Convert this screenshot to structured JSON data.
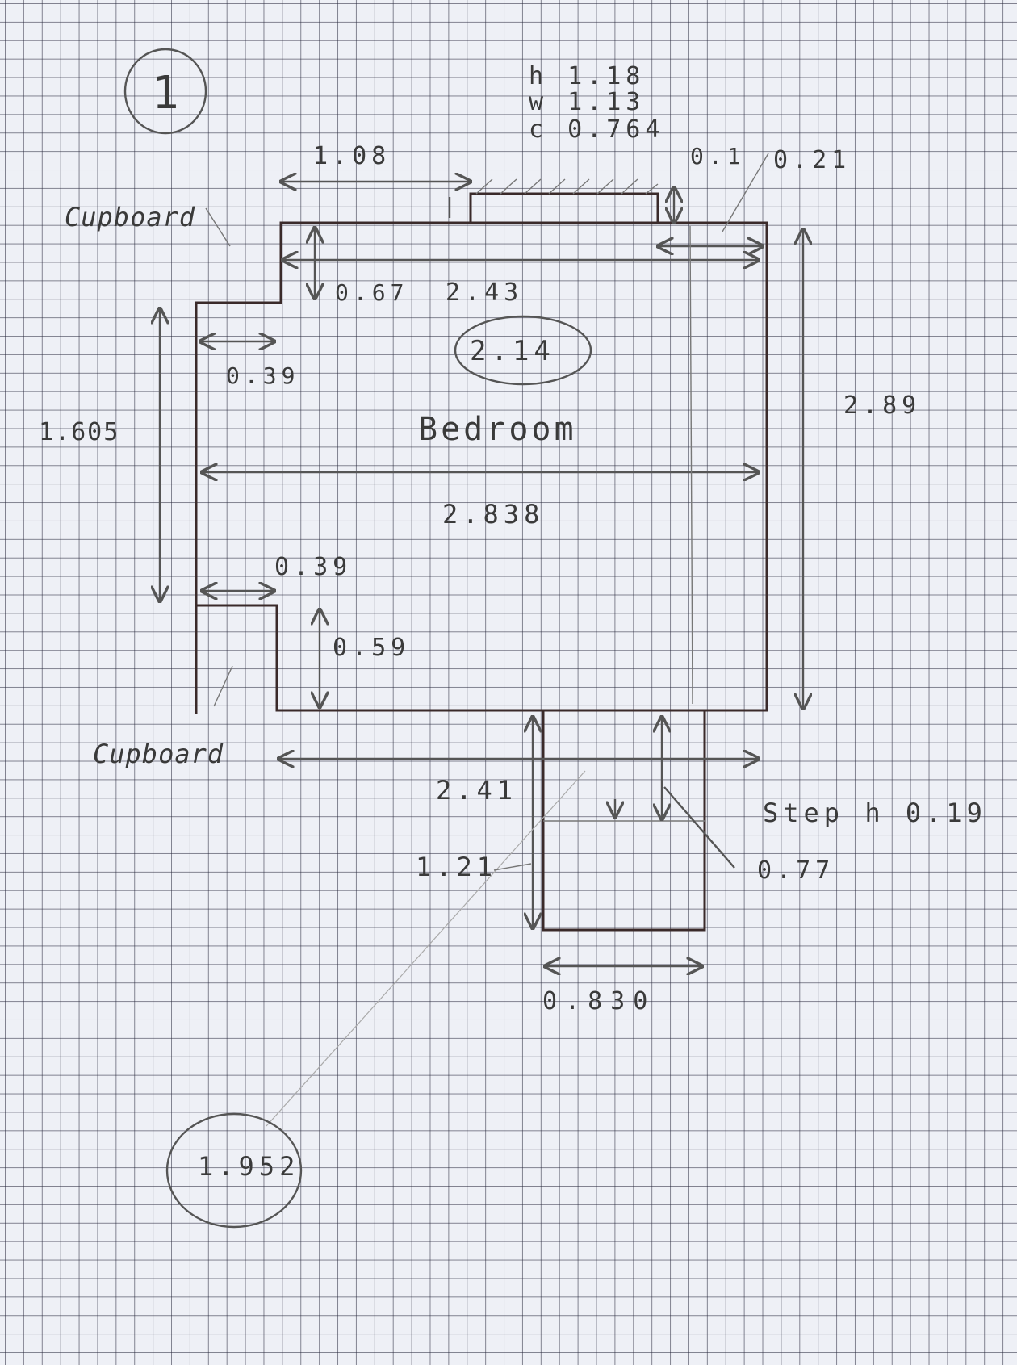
{
  "drawing": {
    "page_number": "1",
    "window_h": "h 1.18",
    "window_w": "w 1.13",
    "window_c": "c 0.764",
    "room_name": "Bedroom",
    "cupboard_top": "Cupboard",
    "cupboard_bottom": "Cupboard",
    "step_label": "Step h 0.19",
    "circled_top": "2.14",
    "circled_bottom": "1.952",
    "dimensions": {
      "d_1_08": "1.08",
      "d_0_1": "0.1",
      "d_0_21": "0.21",
      "d_0_67": "0.67",
      "d_2_43": "2.43",
      "d_0_39_top": "0.39",
      "d_1_605": "1.605",
      "d_2_838": "2.838",
      "d_2_89": "2.89",
      "d_0_39_bottom": "0.39",
      "d_0_59": "0.59",
      "d_2_41": "2.41",
      "d_1_21": "1.21",
      "d_0_77": "0.77",
      "d_0_830": "0.830"
    },
    "colors": {
      "paper": "#eef0f6",
      "grid": "#2a2a3c",
      "ink": "#3a3a3a",
      "wall": "#3a2a2a"
    }
  }
}
